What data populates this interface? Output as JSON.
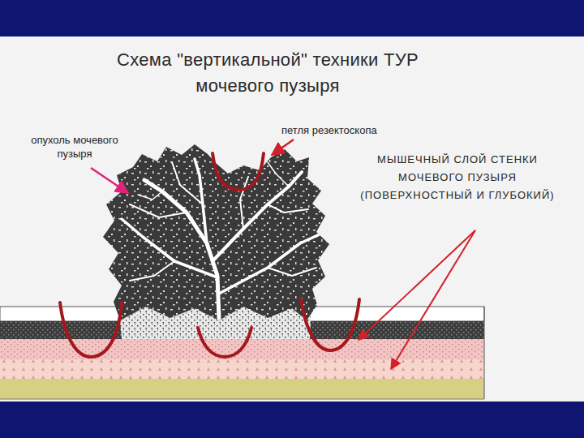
{
  "diagram": {
    "title": "Схема \"вертикальной\" техники ТУР мочевого пузыря",
    "labels": [
      "опухоль мочевого пузыря",
      "петля резектоскопа",
      "МЫШЕЧНЫЙ СЛОЙ СТЕНКИ МОЧЕВОГО ПУЗЫРЯ (ПОВЕРХНОСТНЫЙ И ГЛУБОКИЙ)"
    ]
  }
}
